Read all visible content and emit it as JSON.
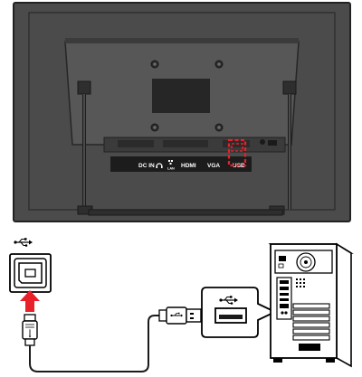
{
  "monitor_ports": {
    "dc_in": "DC IN",
    "headphone_icon": "headphone-icon",
    "lan": "LAN",
    "hdmi": "HDMI",
    "vga": "VGA",
    "usb": "USB"
  },
  "icons": {
    "usb_symbol": "usb-icon",
    "arrow": "arrow-up-icon",
    "usb_b_port": "usb-type-b-port",
    "usb_a_plug": "usb-type-a-plug",
    "pc": "desktop-tower-pc"
  },
  "colors": {
    "monitor_body": "#4a4a4a",
    "monitor_edge": "#1e1e1e",
    "highlight": "#e8202a",
    "arrow": "#e8202a",
    "line": "#1a1a1a",
    "port_strip": "#1a1a1a"
  }
}
